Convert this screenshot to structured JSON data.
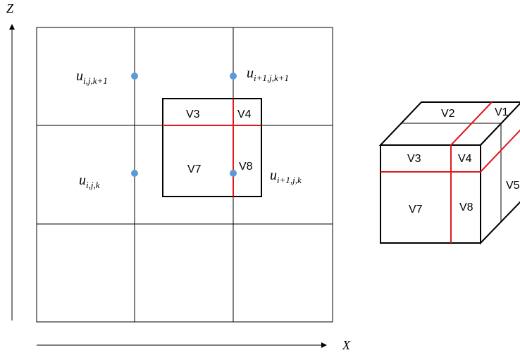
{
  "axes": {
    "z_label": "Z",
    "x_label": "X"
  },
  "grid_points": {
    "u_top_left": {
      "base": "u",
      "subscript": "i,j,k+1"
    },
    "u_top_right": {
      "base": "u",
      "subscript": "i+1,j,k+1"
    },
    "u_mid_left": {
      "base": "u",
      "subscript": "i,j,k"
    },
    "u_mid_right": {
      "base": "u",
      "subscript": "i+1,j,k"
    }
  },
  "cell_labels": {
    "v3": "V3",
    "v4": "V4",
    "v7": "V7",
    "v8": "V8"
  },
  "cube_labels": {
    "v1": "V1",
    "v2": "V2",
    "v3": "V3",
    "v4": "V4",
    "v5": "V5",
    "v7": "V7",
    "v8": "V8"
  },
  "colors": {
    "grid": "#000000",
    "split_line": "#e0191e",
    "point": "#5b9bd5"
  }
}
